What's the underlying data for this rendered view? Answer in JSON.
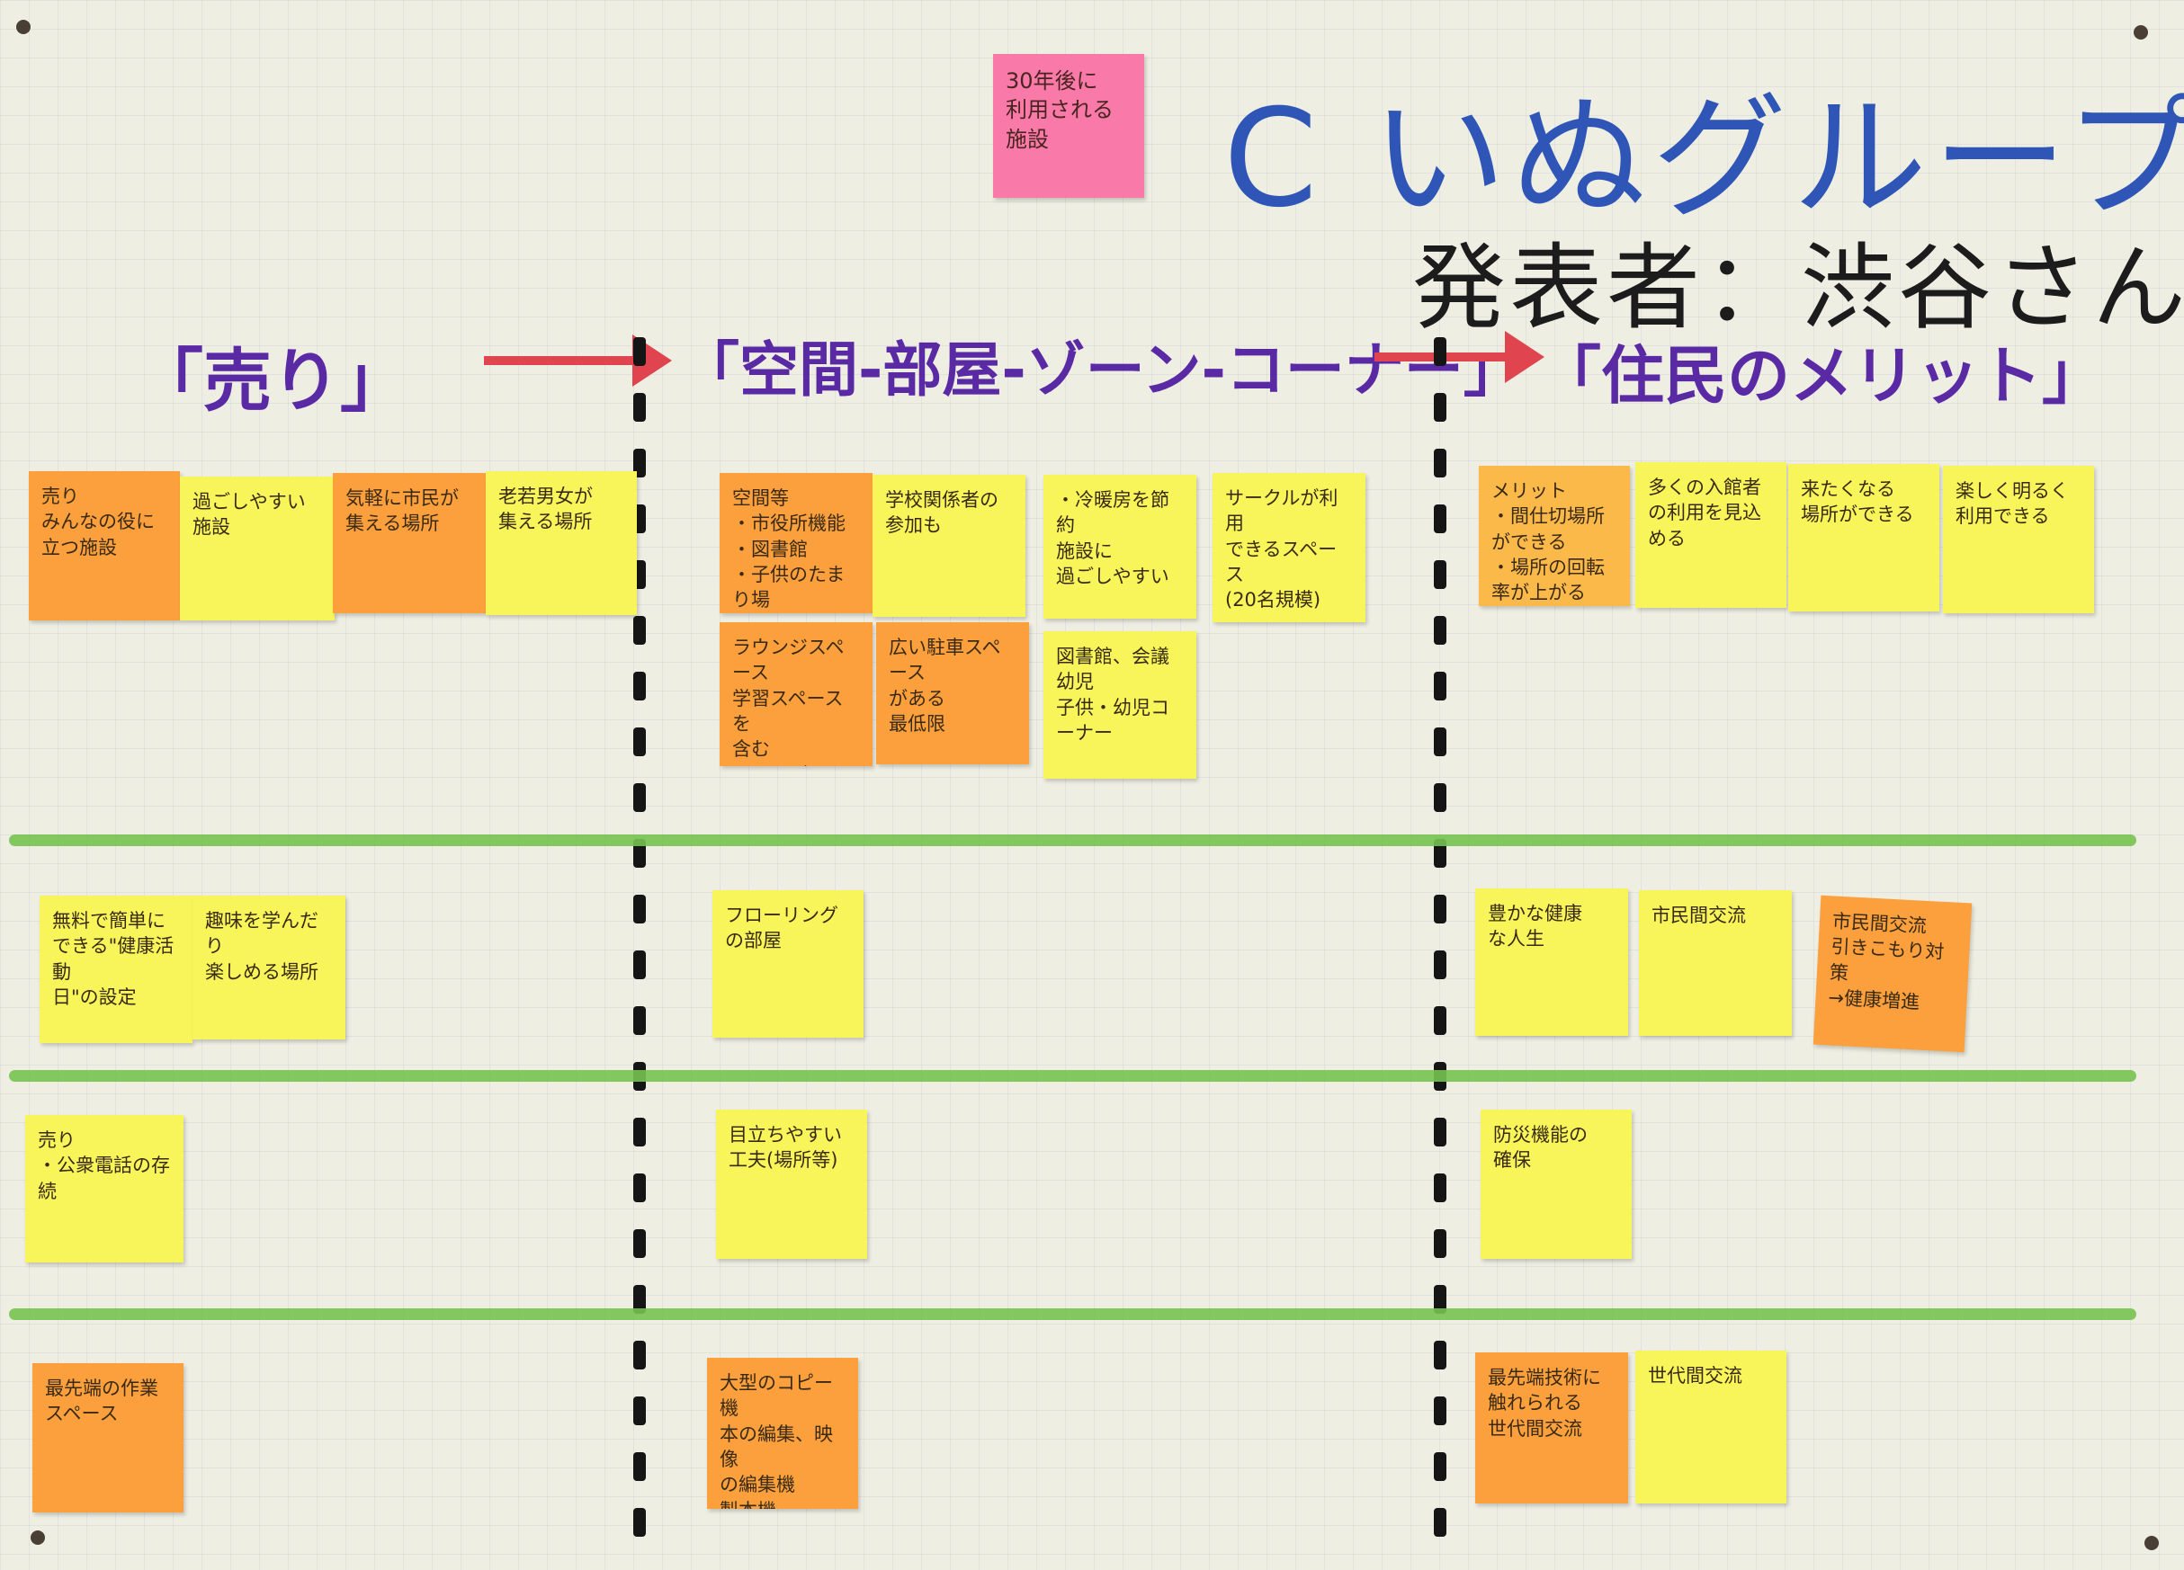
{
  "board": {
    "title": "C いぬグループ",
    "presenter": "発表者：渋谷さん",
    "pink_note": "30年後に\n利用される\n施設"
  },
  "headings": {
    "col1": "「売り」",
    "col2": "「空間-部屋-ゾーン-コーナー」",
    "col3": "「住民のメリット」"
  },
  "notes": {
    "r1": {
      "n1": "売り\nみんなの役に\n立つ施設",
      "n2": "過ごしやすい\n施設",
      "n3": "気軽に市民が\n集える場所",
      "n4": "老若男女が\n集える場所",
      "n5": "空間等\n・市役所機能\n・図書館\n・子供のたまり場",
      "n6": "学校関係者の参加も",
      "n7": "・冷暖房を節約\n施設に\n過ごしやすい",
      "n8": "サークルが利用\nできるスペース\n(20名規模)",
      "n9": "メリット\n・間仕切場所ができる\n・場所の回転率が上がる",
      "n10": "多くの入館者\nの利用を見込める",
      "n11": "来たくなる\n場所ができる",
      "n12": "楽しく明るく\n利用できる"
    },
    "r1b": {
      "n1": "ラウンジスペース\n学習スペースを\n含む\n・入口が見える場所",
      "n2": "広い駐車スペース\nがある\n最低限",
      "n3": "図書館、会議\n幼児\n子供・幼児コーナー"
    },
    "r2": {
      "n1": "無料で簡単に\nできる\"健康活動\n日\"の設定",
      "n2": "趣味を学んだり\n楽しめる場所",
      "n3": "フローリング\nの部屋",
      "n4": "豊かな健康\nな人生",
      "n5": "市民間交流",
      "n6": "市民間交流\n引きこもり対策\n→健康増進"
    },
    "r3": {
      "n1": "売り\n・公衆電話の存続",
      "n2": "目立ちやすい\n工夫(場所等)",
      "n3": "防災機能の\n確保"
    },
    "r4": {
      "n1": "最先端の作業\nスペース",
      "n2": "大型のコピー機\n本の編集、映像\nの編集機\n製本機",
      "n3": "最先端技術に\n触れられる\n世代間交流",
      "n4": "世代間交流"
    }
  },
  "colors": {
    "yellow_note": "#f7f55a",
    "orange_note": "#fba03c",
    "pink_note": "#f97aa8",
    "title_blue": "#2f56b6",
    "heading_purple": "#5a2aa5",
    "arrow_red": "#e0444e",
    "divider_green": "#77c250"
  }
}
